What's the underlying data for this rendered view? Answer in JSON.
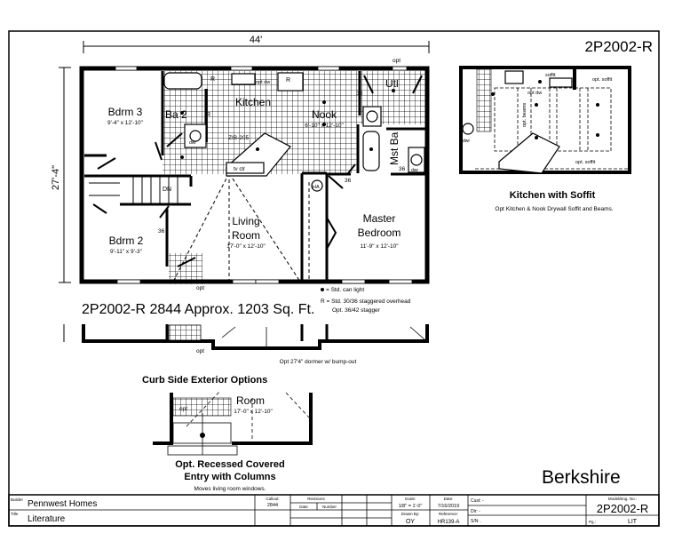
{
  "sheet": {
    "model_code": "2P2002-R",
    "overall_width": "44'",
    "overall_depth": "27'-4\"",
    "model_name": "Berkshire",
    "plan_caption": "2P2002-R 2844  Approx. 1203 Sq. Ft."
  },
  "rooms": {
    "bdrm3": {
      "name": "Bdrm 3",
      "size": "9'-4\" x 12'-10\""
    },
    "ba2": {
      "name": "Ba 2"
    },
    "kitchen": {
      "name": "Kitchen"
    },
    "nook": {
      "name": "Nook",
      "size": "6'-10\" x 12'-10\""
    },
    "utl": {
      "name": "Utl"
    },
    "mst_ba": {
      "name": "Mst Ba"
    },
    "bdrm2": {
      "name": "Bdrm 2",
      "size": "9'-11\" x 9'-3\""
    },
    "living": {
      "name": "Living",
      "name2": "Room",
      "size": "17'-0\" x 12'-10\""
    },
    "master": {
      "name": "Master",
      "name2": "Bedroom",
      "size": "11'-9\" x 12'-10\""
    }
  },
  "fixtures": {
    "r": "R",
    "opt_dw": "opt dw",
    "dwr": "dwr",
    "zib": "ZIB-205",
    "tv_ctr": "tv ctr",
    "dn": "DN",
    "ha": "HA",
    "door_36": "36",
    "opt": "opt"
  },
  "legend": {
    "can_light": "= Std. can light",
    "overhead": "R = Std. 30/36 staggered overhead",
    "stagger": "Opt. 36/42 stagger"
  },
  "dormer_note": "Opt 27'4\" dormer w/ bump-out",
  "kitchen_soffit": {
    "title": "Kitchen with Soffit",
    "subtitle": "Opt Kitchen & Nook Drywall Soffit and Beams.",
    "soffit": "soffit",
    "opt_soffit": "opt. soffit",
    "opt_dw": "opt dw",
    "opt_beams": "opt. beams",
    "dwr": "dwr"
  },
  "curb_side": {
    "title": "Curb Side Exterior Options",
    "room": "Room",
    "room_size": "17'-0\" x 12'-10\"",
    "opt": "opt",
    "entry_title1": "Opt. Recessed Covered",
    "entry_title2": "Entry with Columns",
    "entry_note": "Moves living room windows."
  },
  "title_block": {
    "builder_label": "Builder",
    "builder": "Pennwest Homes",
    "title_label": "Title",
    "title": "Literature",
    "callout_label": "Callout:",
    "callout": "2844",
    "revisions_label": "Revisions",
    "date_col": "Date",
    "number_col": "Number",
    "scale_label": "Scale:",
    "scale": "1/8\" = 1'-0\"",
    "drawn_label": "Drawn By:",
    "drawn": "OY",
    "date_label": "Date:",
    "date": "7/16/2019",
    "reference_label": "Reference:",
    "reference": "HR139-A",
    "cust": "Cust: -",
    "dlr": "Dlr: -",
    "sn": "S/N: .",
    "model_label": "Model/Eng. No.:",
    "model": "2P2002-R",
    "pg_label": "Pg.:",
    "pg": "LIT"
  }
}
